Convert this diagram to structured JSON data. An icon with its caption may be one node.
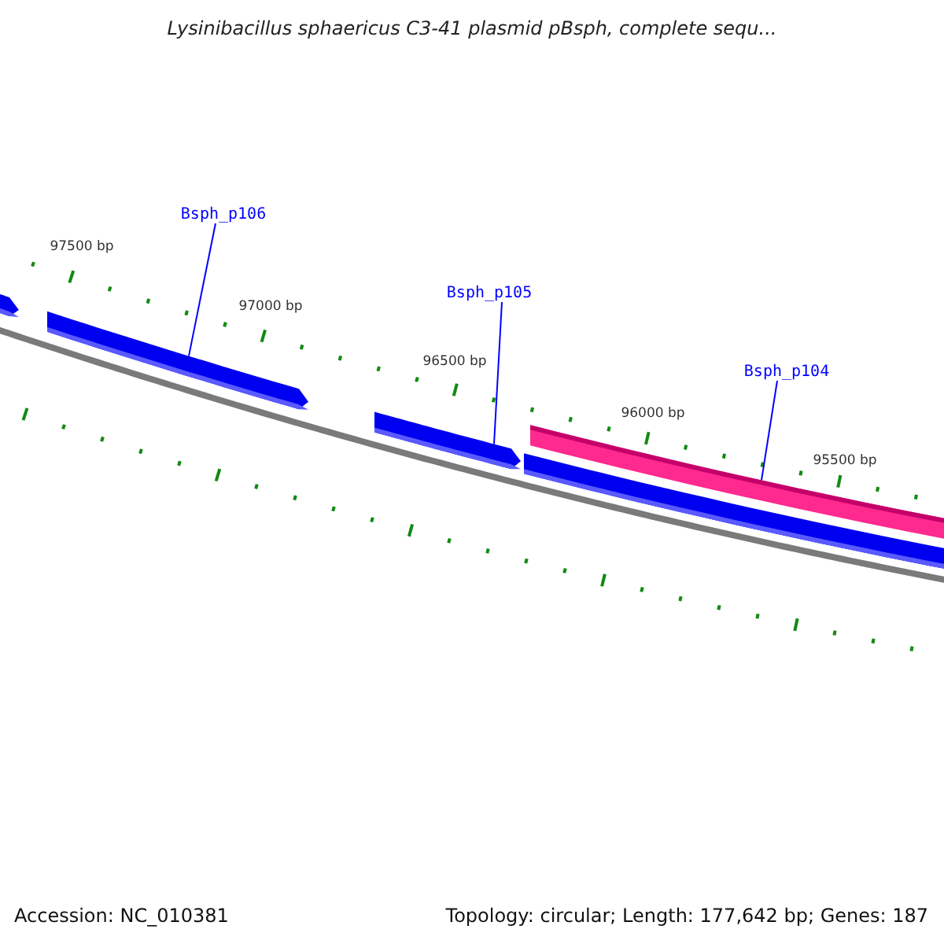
{
  "diagram": {
    "title": "Lysinibacillus sphaericus C3-41 plasmid pBsph, complete sequ...",
    "nodes": [
      {
        "text": [
          "Bsph_p106"
        ]
      },
      {
        "text": [
          "Bsph_p105"
        ]
      },
      {
        "text": [
          "Bsph_p104"
        ]
      },
      {
        "text": [],
        "shape": "bar"
      },
      {
        "text": [],
        "shape": "bar"
      },
      {
        "text": [],
        "shape": "bar"
      },
      {
        "text": [],
        "shape": "bar"
      },
      {
        "text": [],
        "shape": "bar"
      }
    ],
    "edges": [
      {
        "from": 0,
        "to": 4,
        "arrow": "none"
      },
      {
        "from": 1,
        "to": 5,
        "arrow": "none"
      },
      {
        "from": 2,
        "to": 6,
        "arrow": "none"
      }
    ],
    "labels": [
      "97500 bp",
      "97000 bp",
      "96500 bp",
      "96000 bp",
      "95500 bp",
      "Accession: NC_010381",
      "Topology: circular; Length: 177,642 bp; Genes: 187"
    ]
  }
}
